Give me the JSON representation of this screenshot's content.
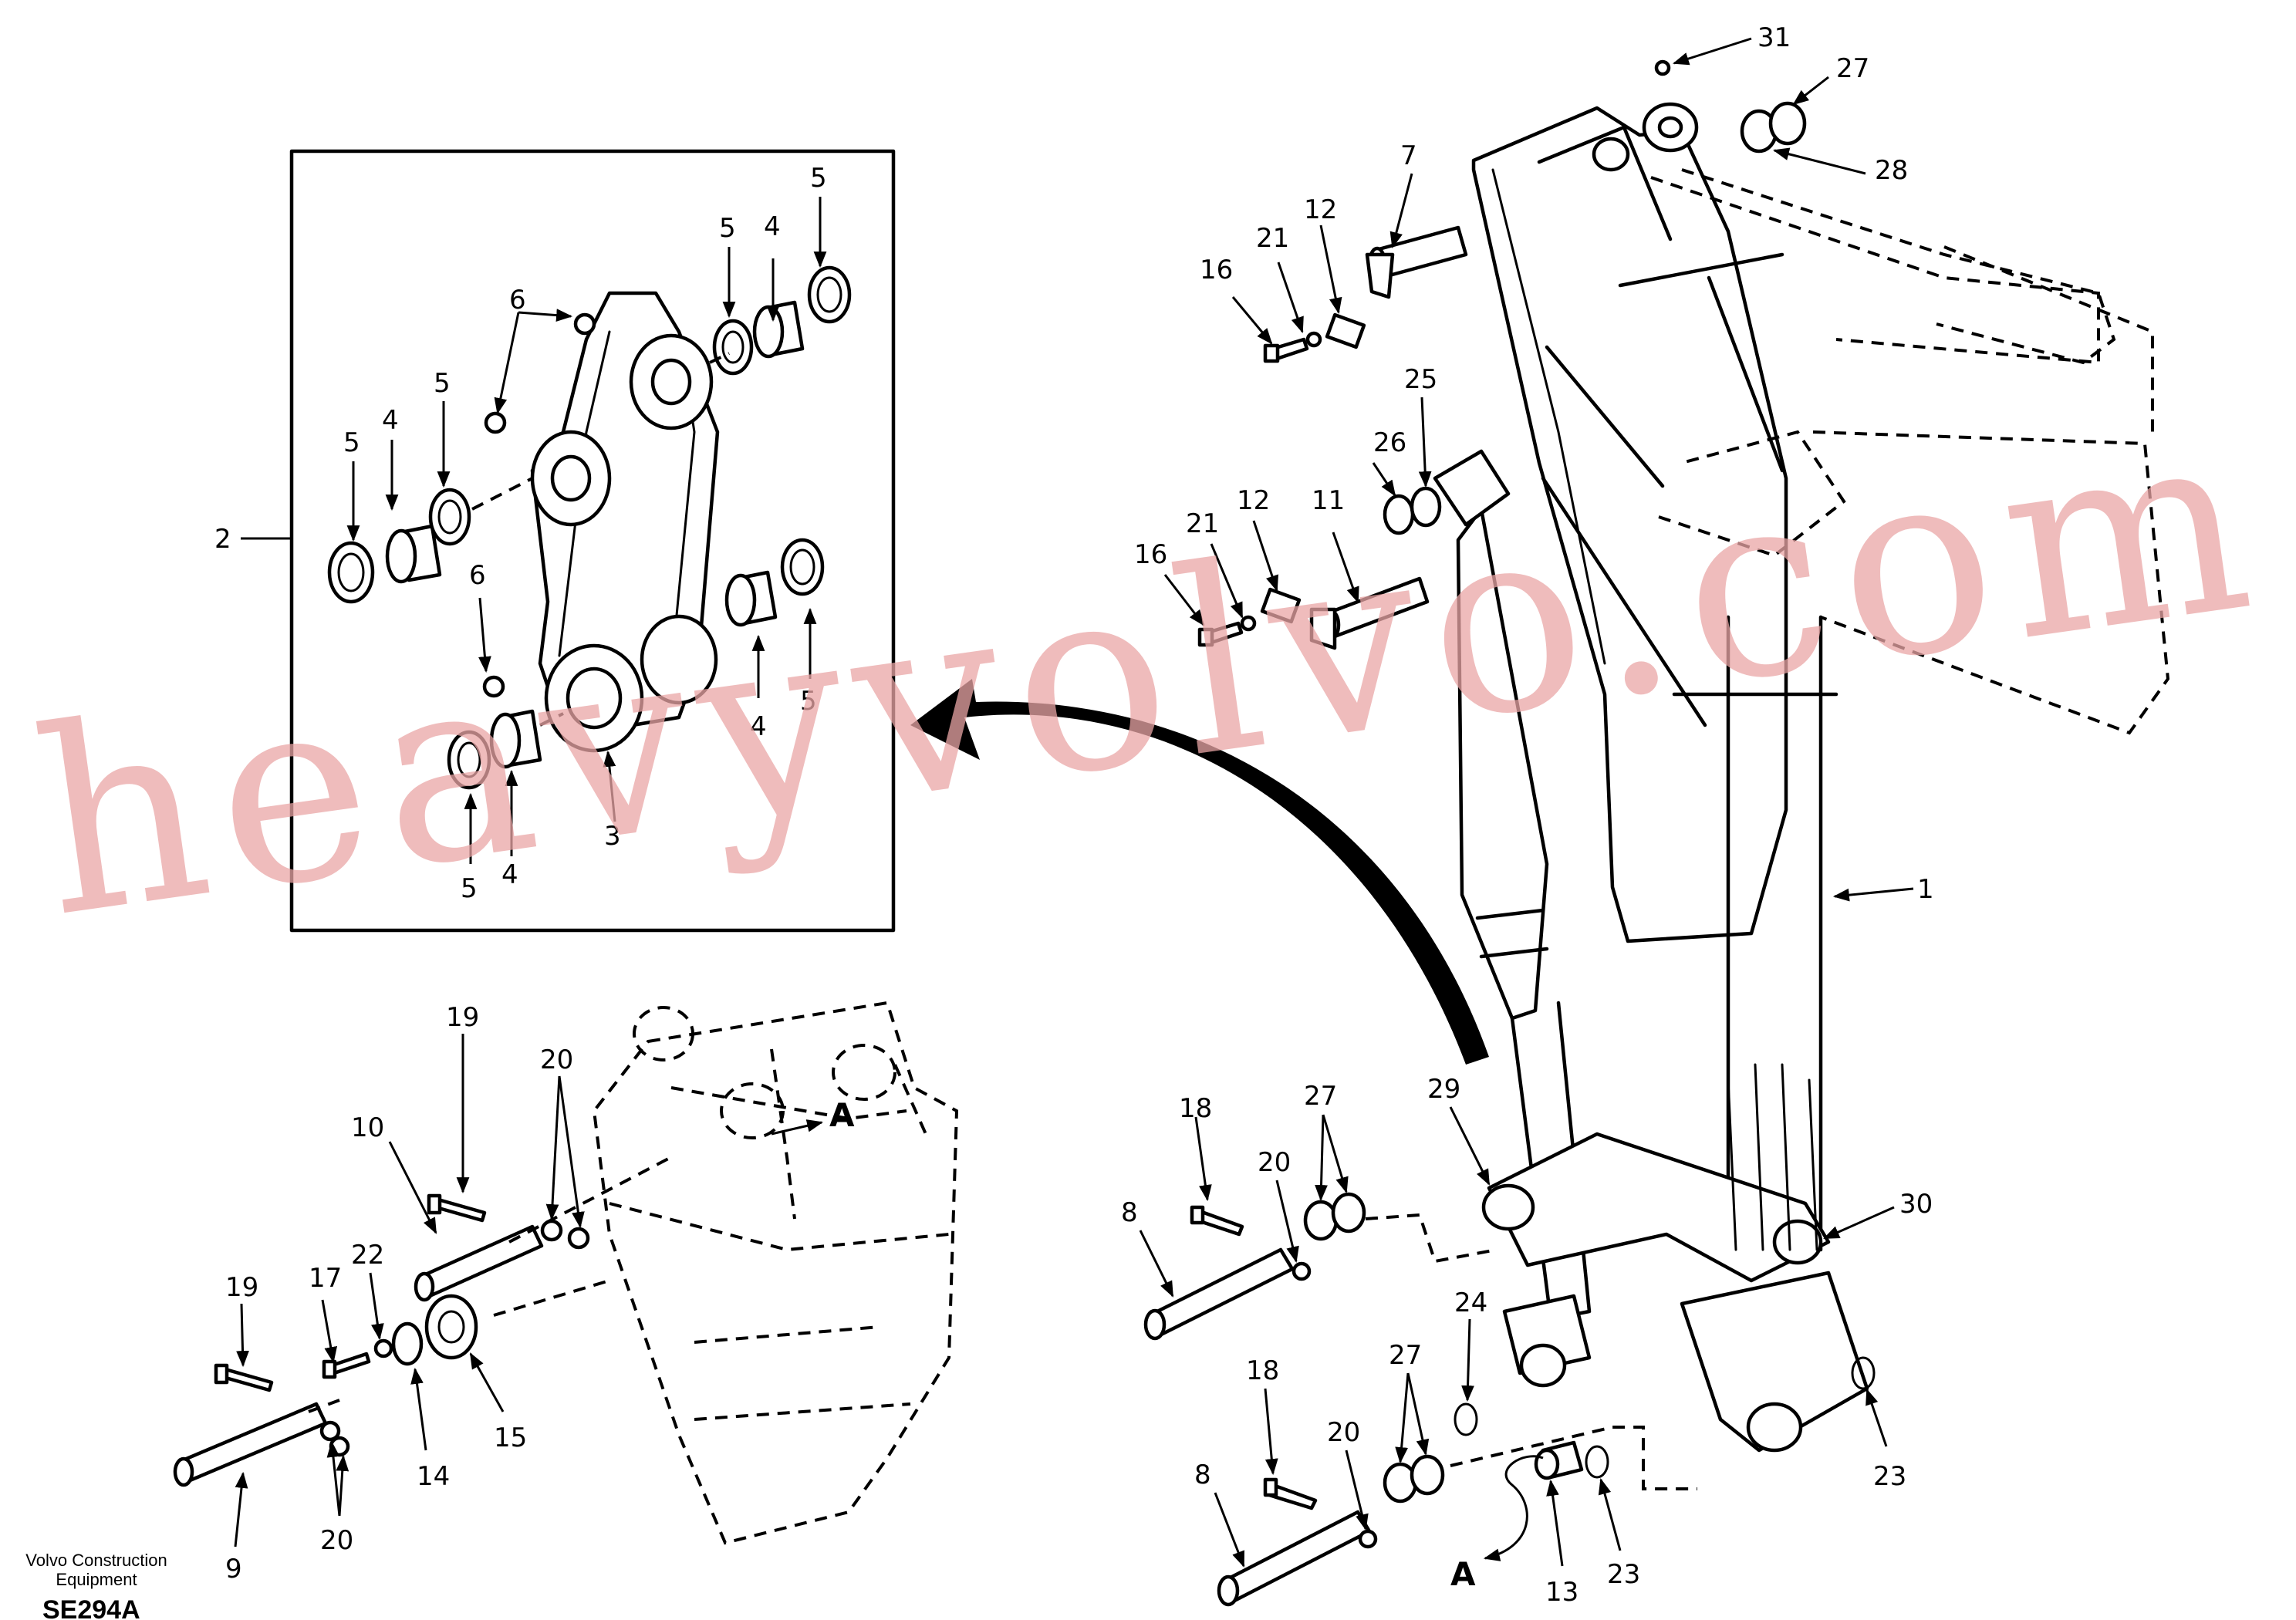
{
  "callouts": [
    "1",
    "2",
    "3",
    "4",
    "5",
    "6",
    "7",
    "8",
    "9",
    "10",
    "11",
    "12",
    "13",
    "14",
    "15",
    "16",
    "17",
    "18",
    "19",
    "20",
    "21",
    "22",
    "23",
    "24",
    "25",
    "26",
    "27",
    "28",
    "29",
    "30",
    "31"
  ],
  "view_label": "A",
  "footer": {
    "company_line1": "Volvo Construction",
    "company_line2": "Equipment",
    "drawing_code": "SE294A"
  },
  "watermark": "heavyvolvo.com"
}
